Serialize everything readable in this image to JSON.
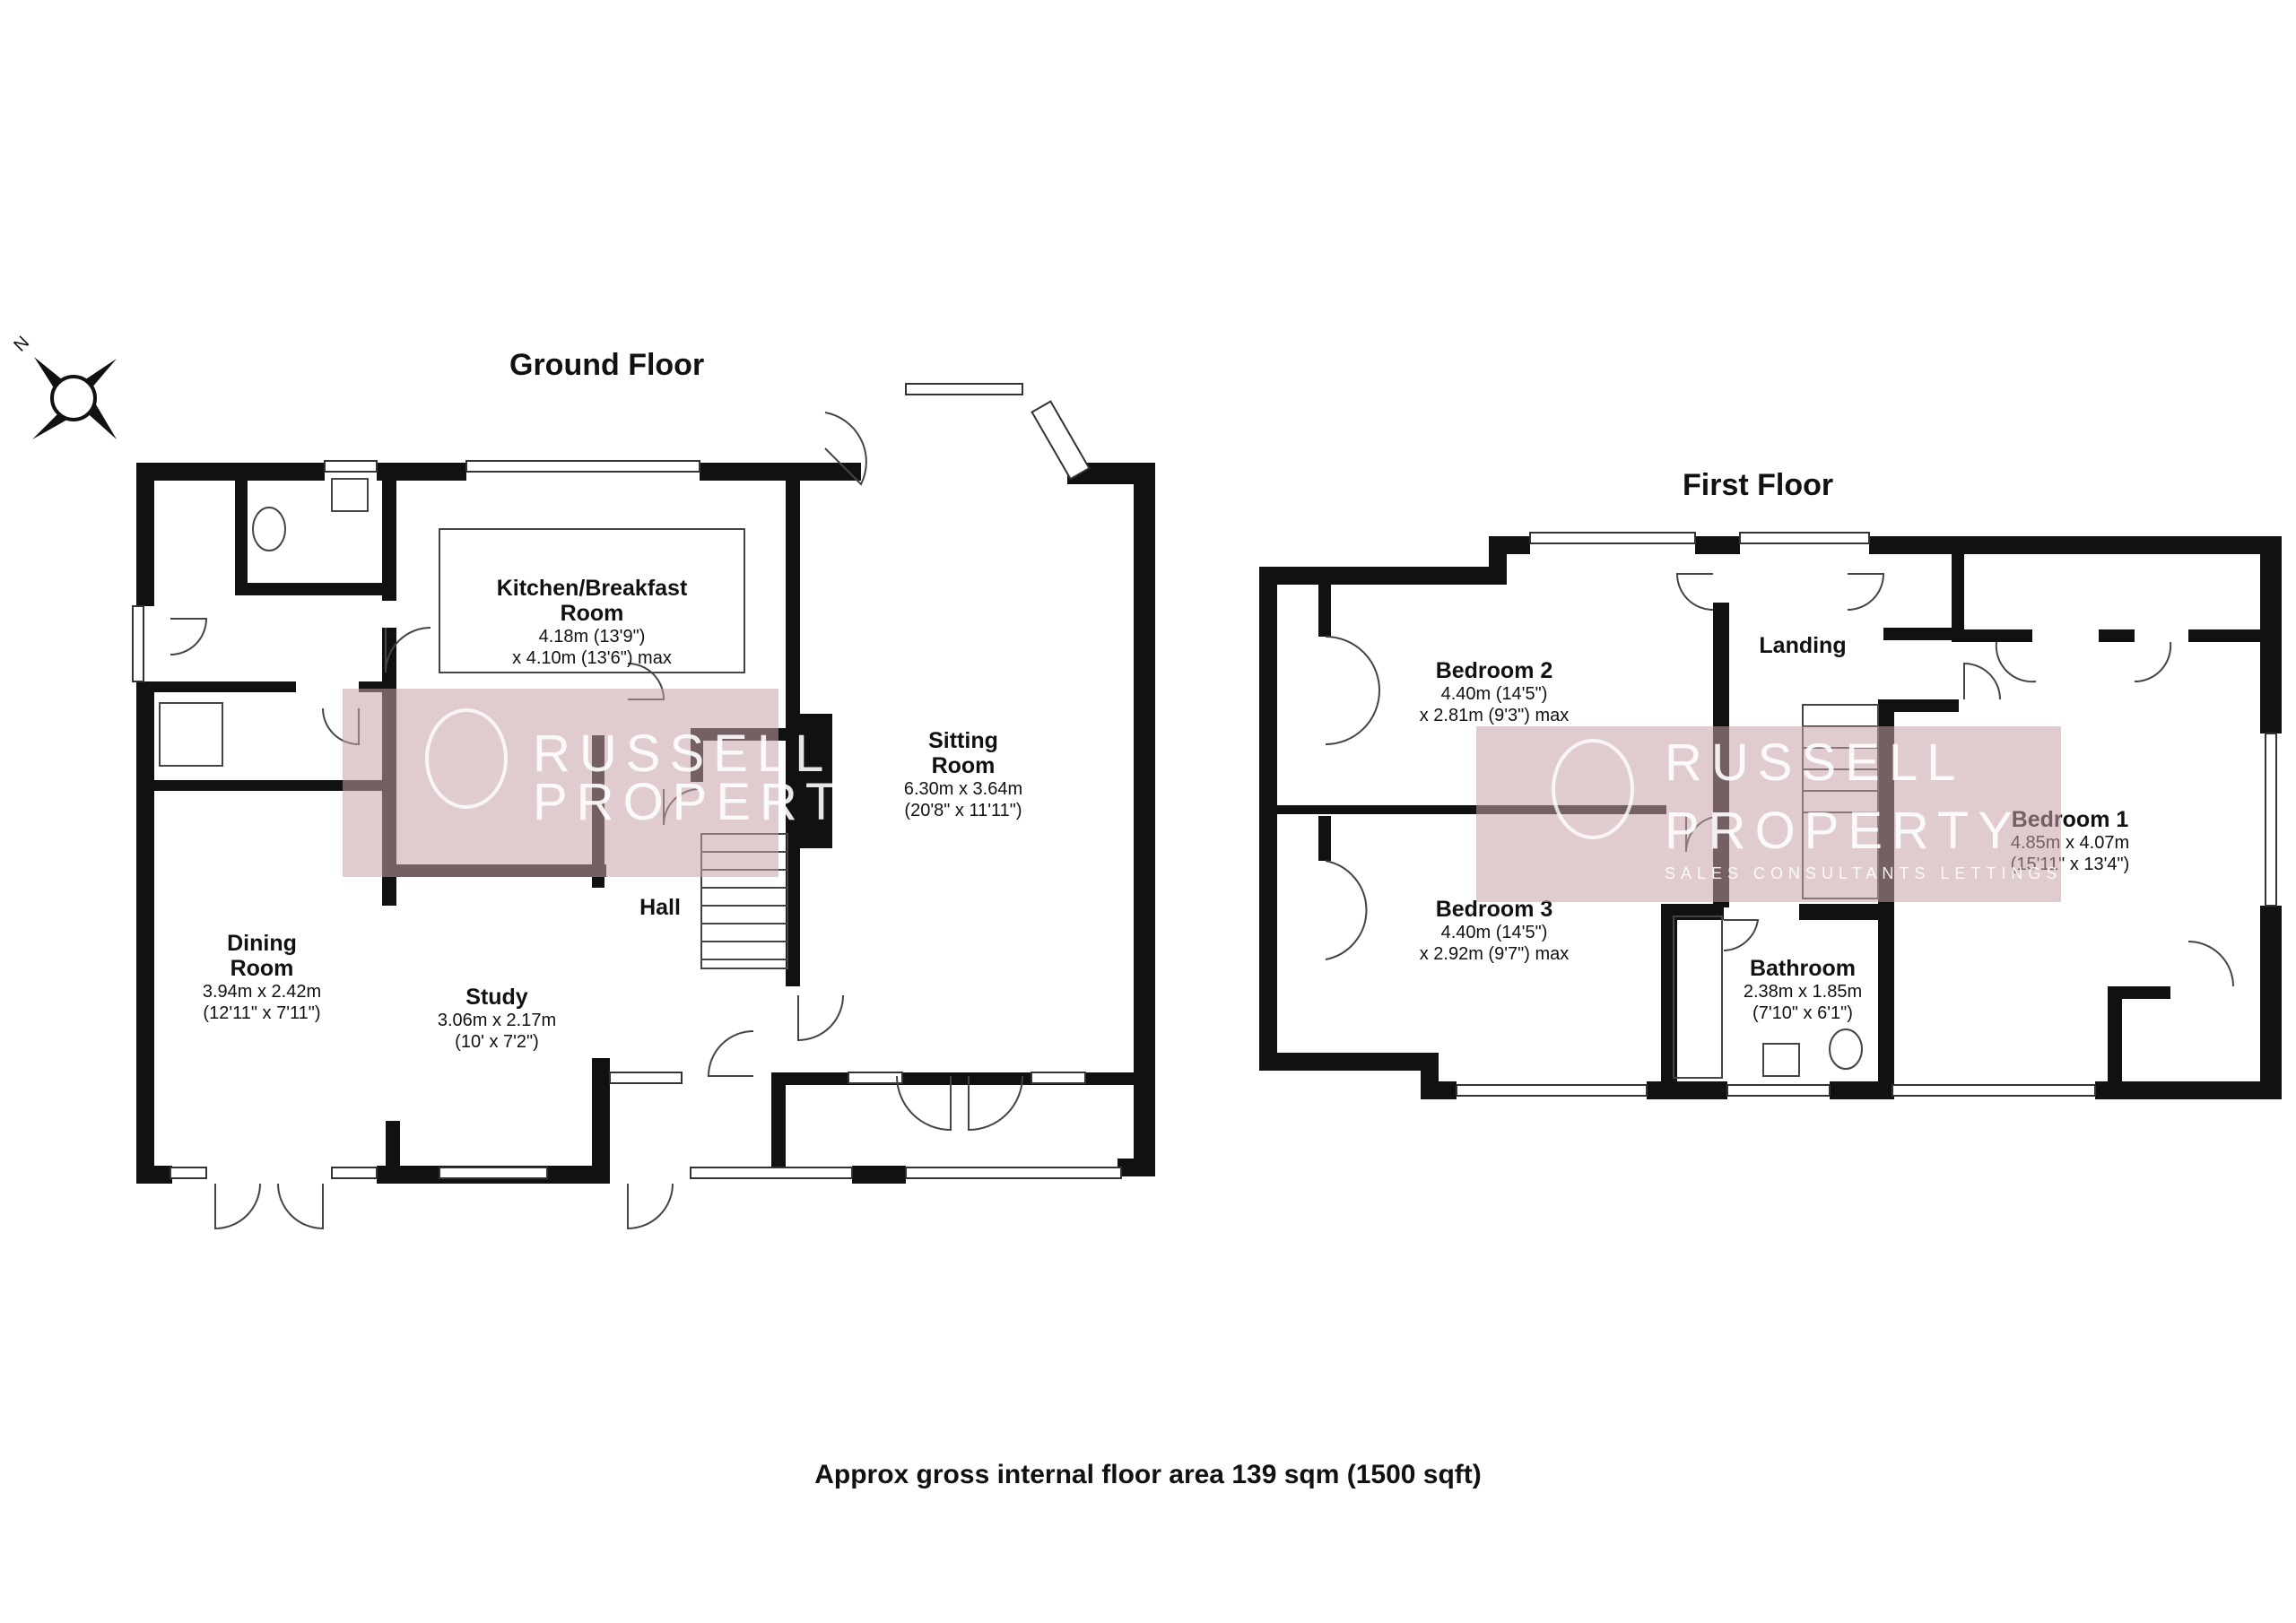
{
  "ground_floor": {
    "title": "Ground Floor",
    "rooms": {
      "kitchen": {
        "name_1": "Kitchen/Breakfast",
        "name_2": "Room",
        "dim_1": "4.18m (13'9\")",
        "dim_2": "x 4.10m (13'6\") max"
      },
      "sitting": {
        "name_1": "Sitting",
        "name_2": "Room",
        "dim_1": "6.30m x 3.64m",
        "dim_2": "(20'8\" x 11'11\")"
      },
      "hall": {
        "name_1": "Hall"
      },
      "dining": {
        "name_1": "Dining",
        "name_2": "Room",
        "dim_1": "3.94m x 2.42m",
        "dim_2": "(12'11\" x 7'11\")"
      },
      "study": {
        "name_1": "Study",
        "dim_1": "3.06m x 2.17m",
        "dim_2": "(10' x 7'2\")"
      }
    }
  },
  "first_floor": {
    "title": "First Floor",
    "rooms": {
      "bedroom2": {
        "name_1": "Bedroom 2",
        "dim_1": "4.40m (14'5\")",
        "dim_2": "x 2.81m (9'3\") max"
      },
      "landing": {
        "name_1": "Landing"
      },
      "bedroom1": {
        "name_1": "Bedroom 1",
        "dim_1": "4.85m x 4.07m",
        "dim_2": "(15'11\" x 13'4\")"
      },
      "bedroom3": {
        "name_1": "Bedroom 3",
        "dim_1": "4.40m (14'5\")",
        "dim_2": "x 2.92m (9'7\") max"
      },
      "bathroom": {
        "name_1": "Bathroom",
        "dim_1": "2.38m x 1.85m",
        "dim_2": "(7'10\" x 6'1\")"
      }
    }
  },
  "compass": {
    "label": "N"
  },
  "watermark": {
    "line_1": "RUSSELL",
    "line_2": "PROPERTY",
    "tagline": "SALES CONSULTANTS LETTINGS"
  },
  "footer": {
    "area_text": "Approx gross internal floor area 139 sqm (1500 sqft)"
  },
  "colors": {
    "wall": "#111111",
    "watermark": "#c7a3a8"
  }
}
